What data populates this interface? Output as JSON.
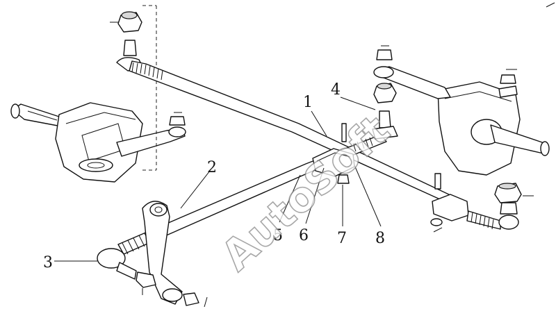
{
  "diagram": {
    "watermark": "AutoSoft",
    "callouts": [
      {
        "id": "callout-1",
        "label": "1"
      },
      {
        "id": "callout-2",
        "label": "2"
      },
      {
        "id": "callout-3",
        "label": "3"
      },
      {
        "id": "callout-4",
        "label": "4"
      },
      {
        "id": "callout-5",
        "label": "5"
      },
      {
        "id": "callout-6",
        "label": "6"
      },
      {
        "id": "callout-7",
        "label": "7"
      },
      {
        "id": "callout-8",
        "label": "8"
      }
    ]
  }
}
